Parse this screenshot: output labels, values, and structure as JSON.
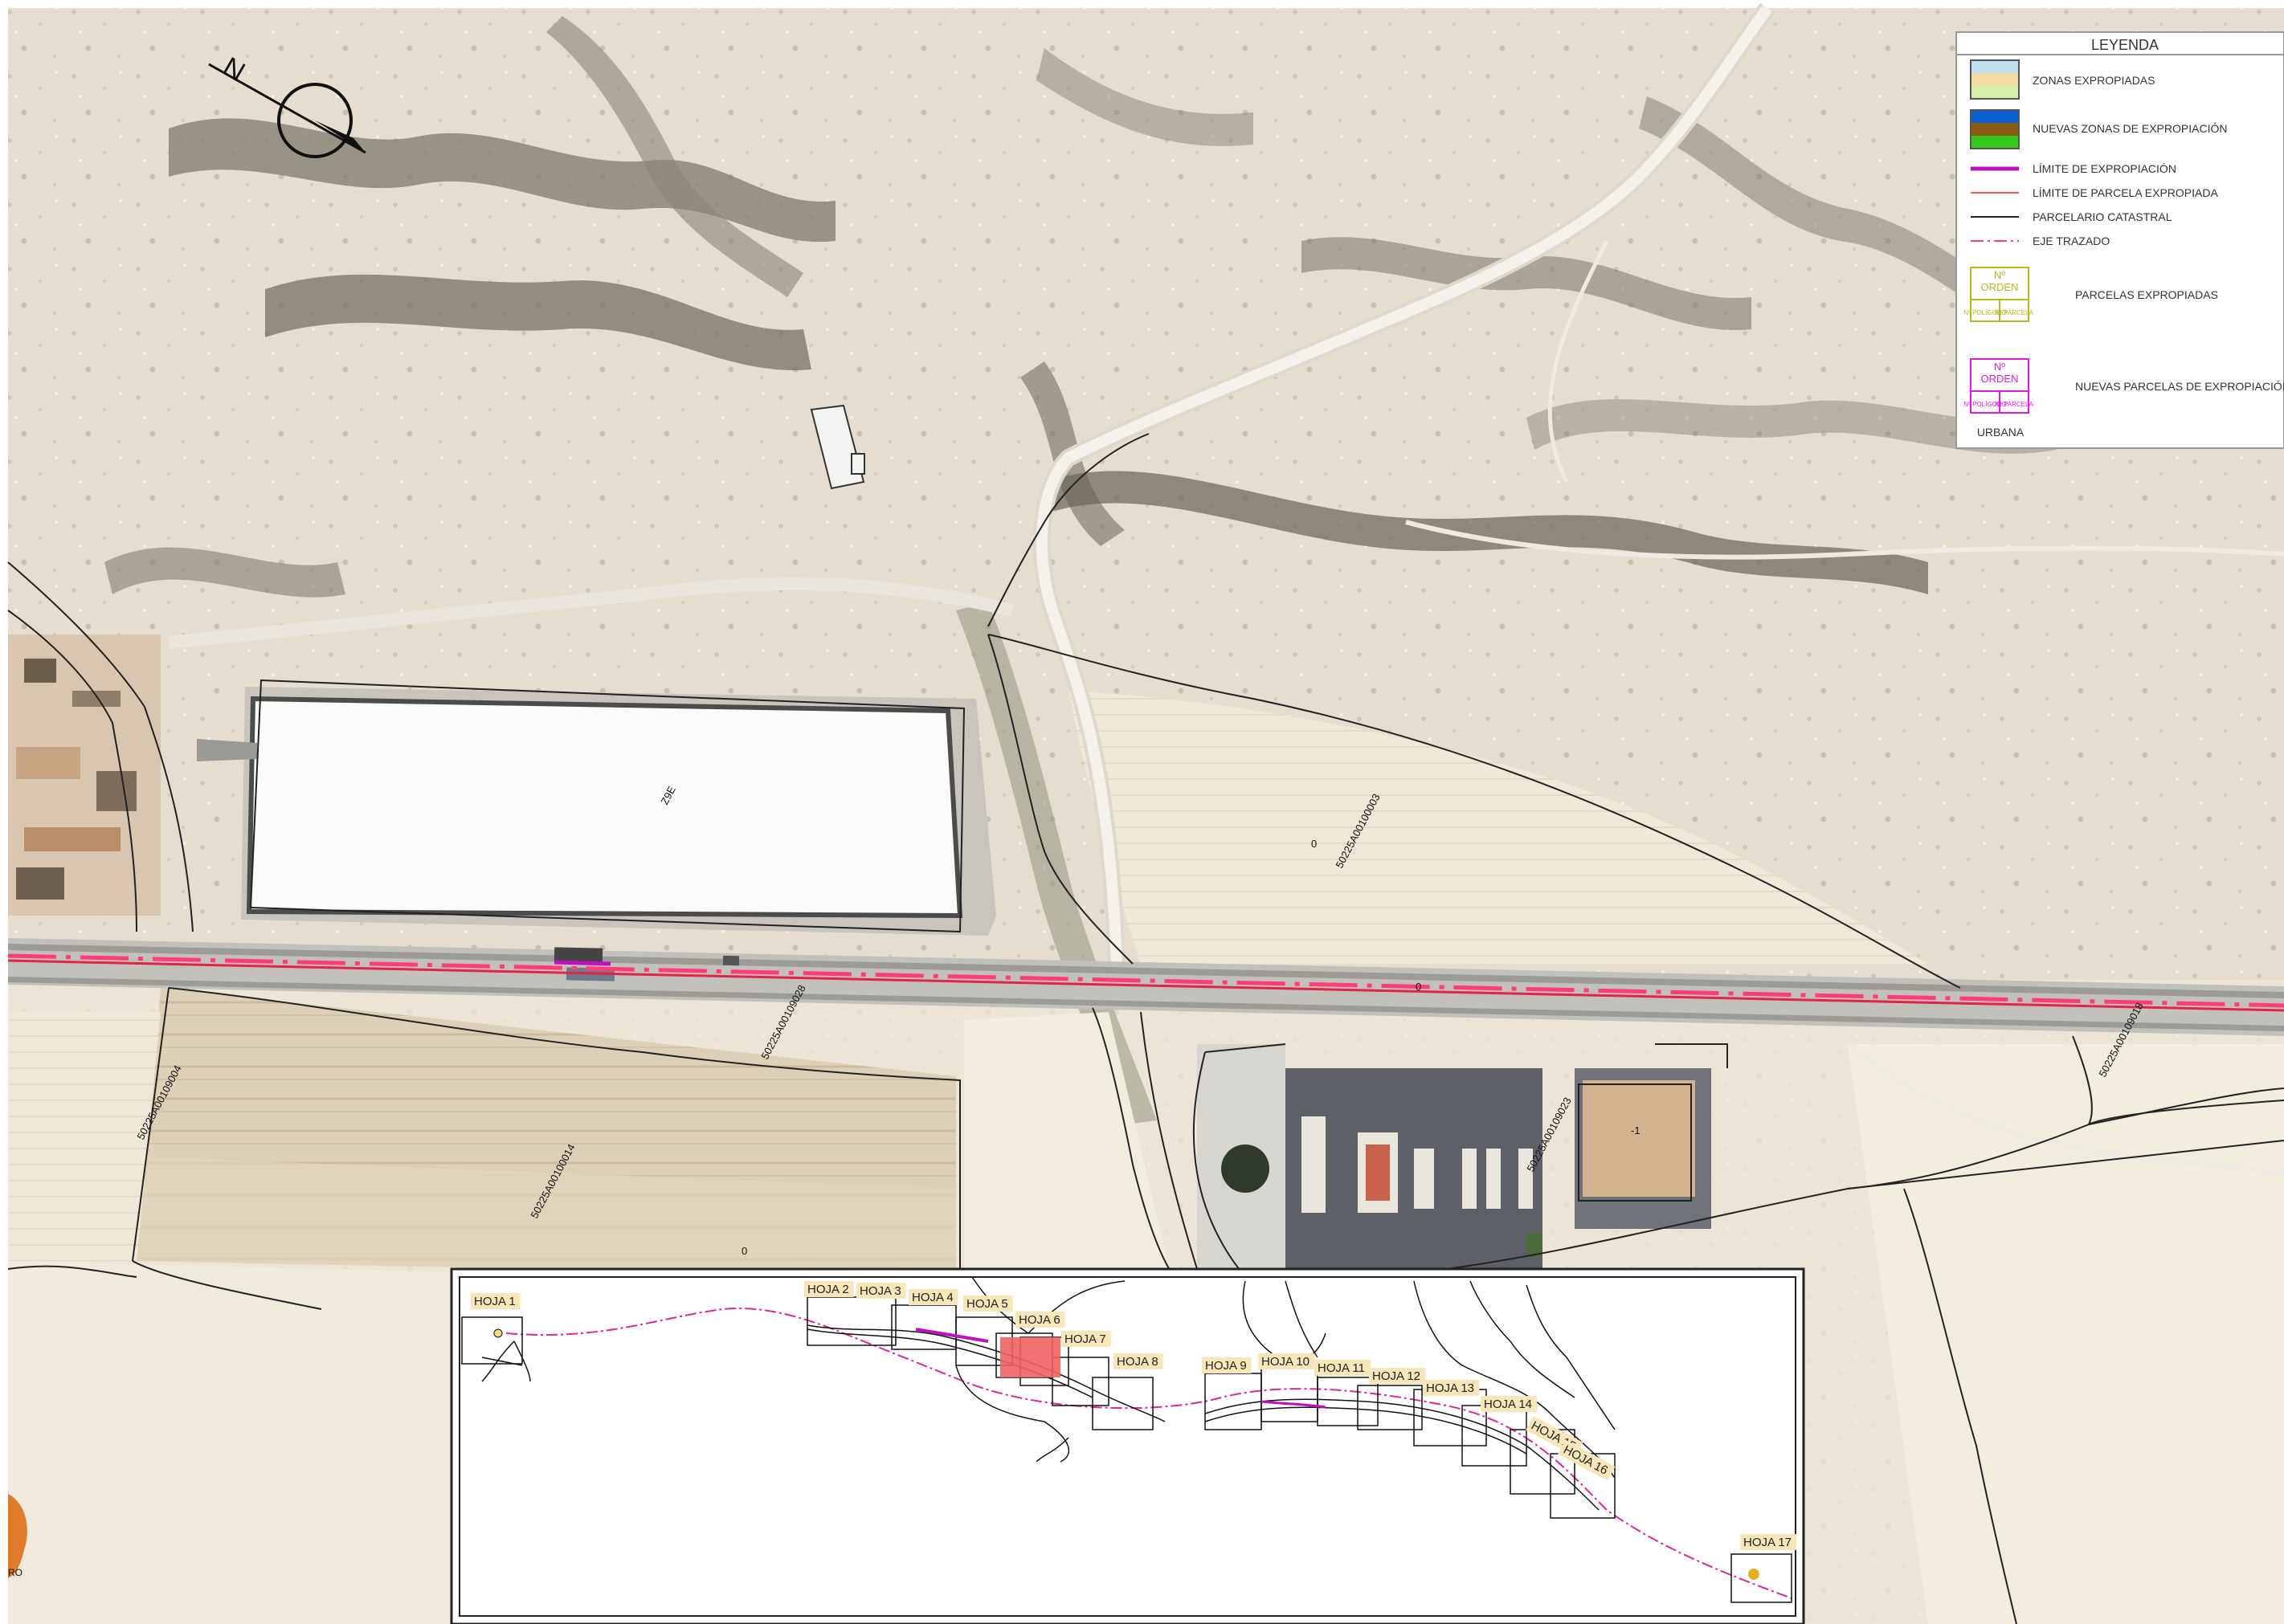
{
  "legend": {
    "title": "LEYENDA",
    "zonas_expropiadas": "ZONAS EXPROPIADAS",
    "nuevas_zonas": "NUEVAS ZONAS DE EXPROPIACIÓN",
    "limite_expropiacion": "LÍMITE DE EXPROPIACIÓN",
    "limite_parcela": "LÍMITE DE PARCELA EXPROPIADA",
    "parcelario": "PARCELARIO CATASTRAL",
    "eje": "EJE TRAZADO",
    "box_orden": "Nº",
    "box_orden2": "ORDEN",
    "box_poligono": "Nº POLÍGONO",
    "box_parcela": "Nº PARCELA",
    "parcelas_expropiadas": "PARCELAS EXPROPIADAS",
    "nuevas_parcelas": "NUEVAS PARCELAS DE EXPROPIACIÓN",
    "urbana": "URBANA",
    "colors": {
      "zonas_top": "#bfe0ee",
      "zonas_mid": "#f4dca0",
      "zonas_bottom": "#d6f0a8",
      "nuevas_top": "#0b5fd0",
      "nuevas_mid": "#8a5a12",
      "nuevas_bottom": "#35c71a",
      "limite_expropiacion": "#c011c0",
      "limite_parcela": "#ff5050",
      "parcelario": "#222222",
      "eje": "#ff3b7a",
      "parcelas_box": "#b8b81a",
      "nuevas_box": "#e01ce0"
    }
  },
  "parcel_labels": {
    "l1": "Z9E",
    "l2": "0",
    "l3": "50225A00100003",
    "l4": "50225A00109028",
    "l5": "50225A00100014",
    "l6": "50225A00109004",
    "l7": "0",
    "l8": "50225A00109023",
    "l9": "-1",
    "l10": "50225A00109018",
    "l11": "0"
  },
  "compass": {
    "label": "N"
  },
  "corner_text": "RO",
  "key_map": {
    "sheets": [
      "HOJA 1",
      "HOJA 2",
      "HOJA 3",
      "HOJA 4",
      "HOJA 5",
      "HOJA 6",
      "HOJA 7",
      "HOJA 8",
      "HOJA 9",
      "HOJA 10",
      "HOJA 11",
      "HOJA 12",
      "HOJA 13",
      "HOJA 14",
      "HOJA 15",
      "HOJA 16",
      "HOJA 17"
    ]
  }
}
